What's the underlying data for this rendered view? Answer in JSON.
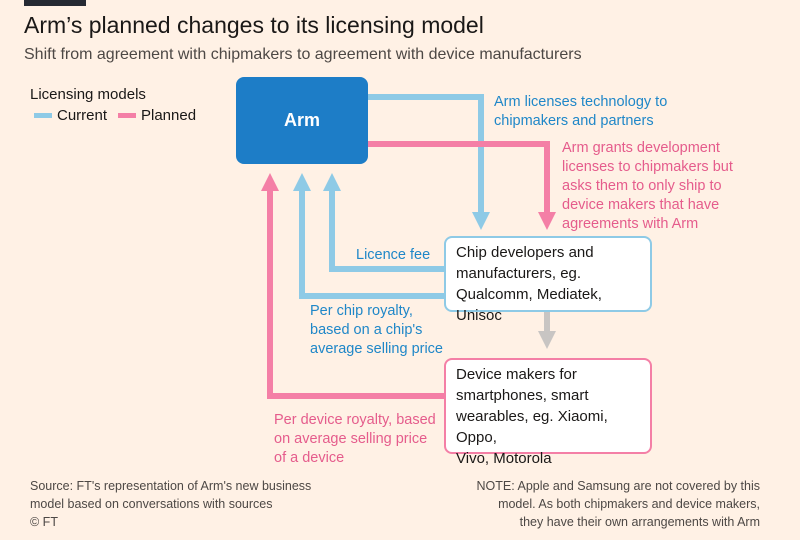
{
  "header": {
    "title": "Arm’s planned changes to its licensing model",
    "subtitle": "Shift from agreement with chipmakers to agreement with device manufacturers"
  },
  "legend": {
    "title": "Licensing models",
    "items": [
      {
        "label": "Current",
        "color": "#8ecae6"
      },
      {
        "label": "Planned",
        "color": "#f47fa6"
      }
    ]
  },
  "colors": {
    "current": "#8ecae6",
    "planned": "#f47fa6",
    "arm_box": "#1d7dc7",
    "neutral_arrow": "#c8c5c3"
  },
  "nodes": {
    "arm": "Arm",
    "chip": [
      "Chip developers and",
      "manufacturers, eg.",
      "Qualcomm, Mediatek, Unisoc"
    ],
    "device": [
      "Device makers for",
      "smartphones, smart",
      "wearables, eg. Xiaomi, Oppo,",
      "Vivo, Motorola"
    ]
  },
  "labels": {
    "arm_licenses": [
      "Arm licenses technology to",
      "chipmakers and partners"
    ],
    "arm_grants": [
      "Arm grants development",
      "licenses to chipmakers but",
      "asks them to only ship to",
      "device makers that have",
      "agreements with Arm"
    ],
    "licence_fee": "Licence fee",
    "per_chip": [
      "Per chip royalty,",
      "based on a chip's",
      "average selling price"
    ],
    "per_device": [
      "Per device royalty, based",
      "on average selling price",
      "of a device"
    ]
  },
  "footer": {
    "source": [
      "Source: FT's representation of Arm's new business",
      "model based on conversations with sources"
    ],
    "copyright": "© FT",
    "note": [
      "NOTE: Apple and Samsung are not covered by this",
      "model. As both chipmakers and device makers,",
      "they have their own arrangements with Arm"
    ]
  }
}
